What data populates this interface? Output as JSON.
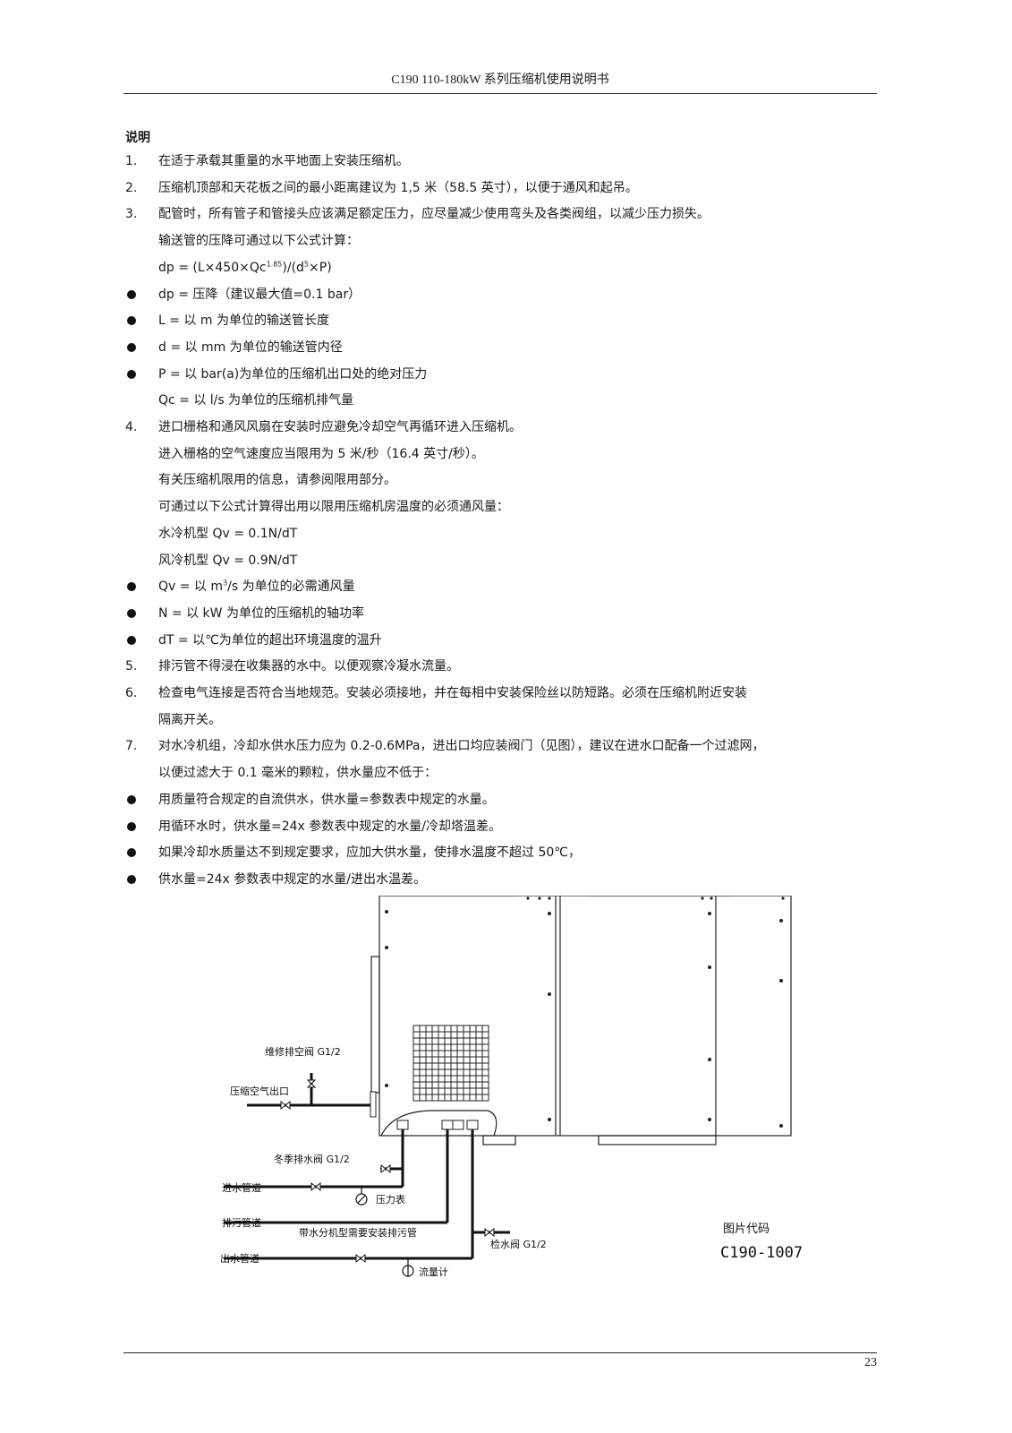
{
  "header": {
    "title": "C190 110-180kW 系列压缩机使用说明书"
  },
  "section_title": "说明",
  "items": [
    {
      "marker": "1.",
      "text": "在适于承载其重量的水平地面上安装压缩机。"
    },
    {
      "marker": "2.",
      "text": "压缩机顶部和天花板之间的最小距离建议为 1,5 米（58.5 英寸），以便于通风和起吊。"
    },
    {
      "marker": "3.",
      "text": "配管时，所有管子和管接头应该满足额定压力，应尽量减少使用弯头及各类阀组，以减少压力损失。"
    },
    {
      "marker": "",
      "text": "输送管的压降可通过以下公式计算："
    },
    {
      "marker": "",
      "text_a": "dp = (L×450×Qc",
      "sup_a": "1.85",
      "text_b": ")/(d",
      "sup_b": "5",
      "text_c": "×P)"
    },
    {
      "marker": "bullet",
      "text": "dp =  压降（建议最大值=0.1 bar）"
    },
    {
      "marker": "bullet",
      "text": "L =  以 m 为单位的输送管长度"
    },
    {
      "marker": "bullet",
      "text": "d =  以 mm 为单位的输送管内径"
    },
    {
      "marker": "bullet",
      "text": "P =  以 bar(a)为单位的压缩机出口处的绝对压力"
    },
    {
      "marker": "",
      "text": "Qc =  以 l/s 为单位的压缩机排气量"
    },
    {
      "marker": "4.",
      "text": "进口栅格和通风风扇在安装时应避免冷却空气再循环进入压缩机。"
    },
    {
      "marker": "",
      "text": "进入栅格的空气速度应当限用为 5 米/秒（16.4 英寸/秒）。"
    },
    {
      "marker": "",
      "text": "有关压缩机限用的信息，请参阅限用部分。"
    },
    {
      "marker": "",
      "text": "可通过以下公式计算得出用以限用压缩机房温度的必须通风量："
    },
    {
      "marker": "",
      "text": "水冷机型 Qv = 0.1N/dT"
    },
    {
      "marker": "",
      "text": "风冷机型 Qv = 0.9N/dT"
    },
    {
      "marker": "bullet",
      "text_a": "Qv =  以 m",
      "sup_a": "3",
      "text_b": "/s 为单位的必需通风量"
    },
    {
      "marker": "bullet",
      "text": "N =  以 kW 为单位的压缩机的轴功率"
    },
    {
      "marker": "bullet",
      "text": "dT =  以℃为单位的超出环境温度的温升"
    },
    {
      "marker": "5.",
      "text": "排污管不得浸在收集器的水中。以便观察冷凝水流量。"
    },
    {
      "marker": "6.",
      "text": "检查电气连接是否符合当地规范。安装必须接地，并在每相中安装保险丝以防短路。必须在压缩机附近安装"
    },
    {
      "marker": "",
      "text": "隔离开关。"
    },
    {
      "marker": "7.",
      "text": "对水冷机组，冷却水供水压力应为 0.2-0.6MPa，进出口均应装阀门（见图），建议在进水口配备一个过滤网，"
    },
    {
      "marker": "",
      "text": "以便过滤大于 0.1 毫米的颗粒，供水量应不低于："
    },
    {
      "marker": "bullet",
      "text": "用质量符合规定的自流供水，供水量=参数表中规定的水量。"
    },
    {
      "marker": "bullet",
      "text": "用循环水时，供水量=24x 参数表中规定的水量/冷却塔温差。"
    },
    {
      "marker": "bullet",
      "text": "如果冷却水质量达不到规定要求，应加大供水量，使排水温度不超过 50℃，"
    },
    {
      "marker": "bullet",
      "text": "供水量=24x 参数表中规定的水量/进出水温差。"
    }
  ],
  "diagram": {
    "labels": {
      "maintenance_vent_valve": "维修排空阀 G1/2",
      "compressed_air_outlet": "压缩空气出口",
      "winter_drain_valve": "冬季排水阀 G1/2",
      "water_inlet_pipe": "进水管道",
      "pressure_gauge": "压力表",
      "drain_pipe": "排污管道",
      "drain_note": "带水分机型需要安装排污管",
      "inspection_valve": "检水阀 G1/2",
      "water_outlet_pipe": "出水管道",
      "flow_meter": "流量计"
    },
    "figure_code_label": "图片代码",
    "figure_code": "C190-1007"
  },
  "footer": {
    "page_number": "23"
  }
}
